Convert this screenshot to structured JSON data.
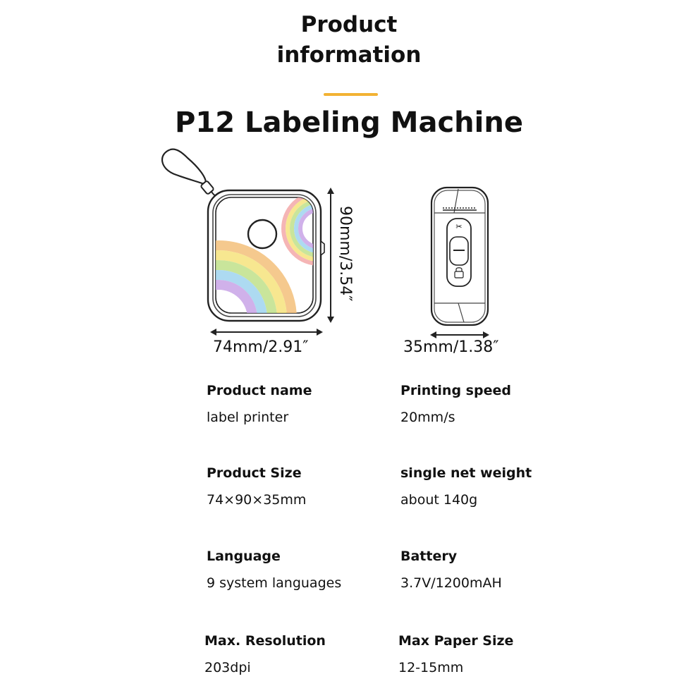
{
  "header": {
    "title_line1": "Product",
    "title_line2": "information",
    "accent_color": "#f2b233"
  },
  "product_title": "P12 Labeling Machine",
  "dimensions": {
    "front_width": "74mm/2.91″",
    "front_height": "90mm/3.54″",
    "side_width": "35mm/1.38″"
  },
  "specs": {
    "product_name": {
      "label": "Product name",
      "value": "label printer"
    },
    "printing_speed": {
      "label": "Printing speed",
      "value": "20mm/s"
    },
    "product_size": {
      "label": "Product Size",
      "value": "74×90×35mm"
    },
    "net_weight": {
      "label": "single net weight",
      "value": "about 140g"
    },
    "language": {
      "label": "Language",
      "value": "9 system languages"
    },
    "battery": {
      "label": "Battery",
      "value": "3.7V/1200mAH"
    },
    "max_resolution": {
      "label": "Max. Resolution",
      "value": "203dpi"
    },
    "max_paper_size": {
      "label": "Max Paper Size",
      "value": "12-15mm"
    }
  }
}
